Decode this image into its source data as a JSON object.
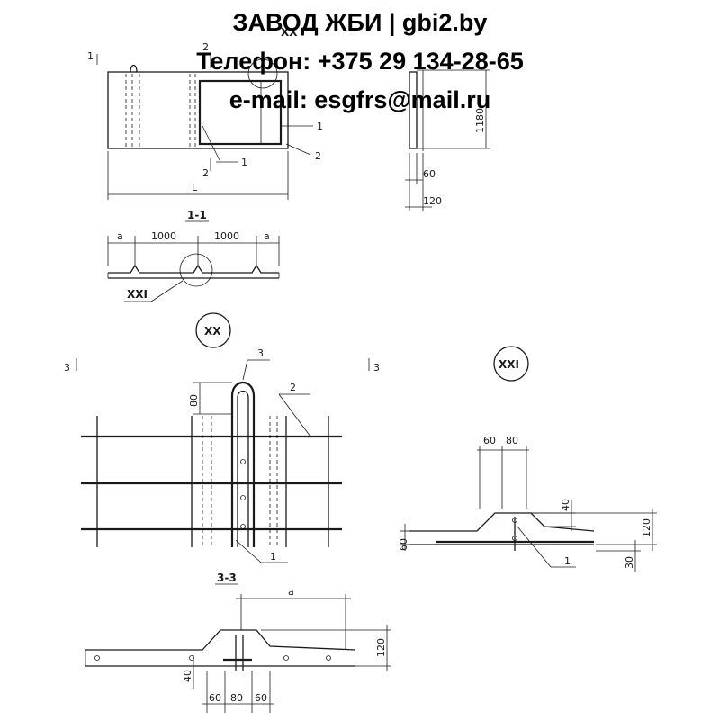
{
  "watermark": {
    "title": "ЗАВОД ЖБИ | gbi2.by",
    "phone": "Телефон: +375 29 134-28-65",
    "email": "e-mail: esgfrs@mail.ru"
  },
  "plan_view": {
    "section_mark_left": "1",
    "section_mark_small_top": "2",
    "section_mark_small_bottom": "2",
    "detail_mark": "XX",
    "leader_label_1a": "1",
    "leader_label_1b": "1",
    "leader_label_2": "2",
    "length_label": "L"
  },
  "side_view": {
    "height_dim": "1180",
    "dim_60": "60",
    "dim_120": "120"
  },
  "section_1_1": {
    "title": "1-1",
    "dim_a_left": "a",
    "dim_1000_left": "1000",
    "dim_1000_right": "1000",
    "dim_a_right": "a",
    "detail_label": "XXI"
  },
  "detail_xx": {
    "bubble": "XX",
    "section_mark_left": "3",
    "section_mark_right": "3",
    "label_3": "3",
    "label_2": "2",
    "label_1": "1",
    "dim_80": "80"
  },
  "detail_xxi": {
    "bubble": "XXI",
    "dim_60": "60",
    "dim_80": "80",
    "dim_40": "40",
    "dim_120": "120",
    "dim_60_left": "60",
    "dim_30": "30",
    "label_1": "1"
  },
  "section_3_3": {
    "title": "3-3",
    "dim_a": "a",
    "dim_120": "120",
    "dim_40": "40",
    "dim_60_left": "60",
    "dim_80": "80",
    "dim_60_right": "60"
  }
}
